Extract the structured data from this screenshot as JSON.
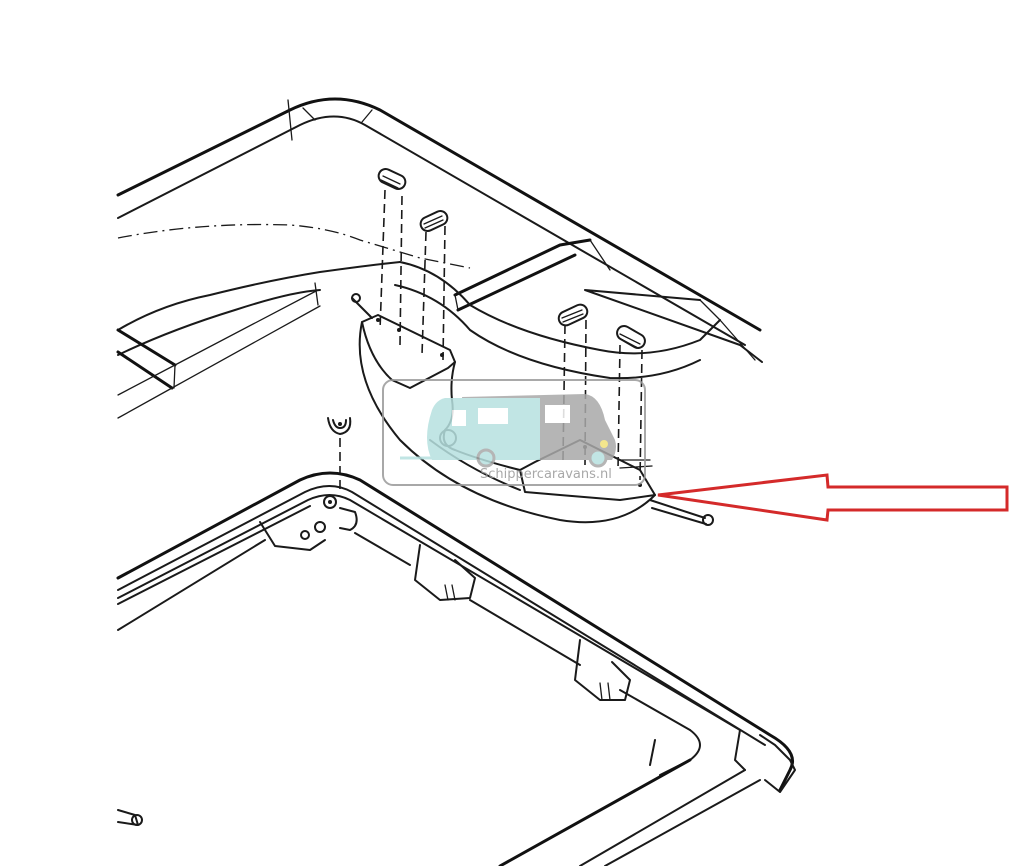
{
  "diagram": {
    "type": "exploded technical line drawing",
    "subject": "roof skylight / hatch assembly with hinge brackets",
    "colors": {
      "line": "#1a1a1a",
      "background": "#ffffff",
      "arrow": "#d42a2a",
      "watermark_teal": "#b7e1e0",
      "watermark_gray": "#a9a9a9",
      "watermark_border": "#9a9a9a"
    }
  },
  "watermark": {
    "text": "Schippercaravans.nl",
    "icon": "caravan-motorhome-icon"
  },
  "callout": {
    "icon": "red-outline-arrow-left",
    "points_to": "hinge-bracket"
  }
}
